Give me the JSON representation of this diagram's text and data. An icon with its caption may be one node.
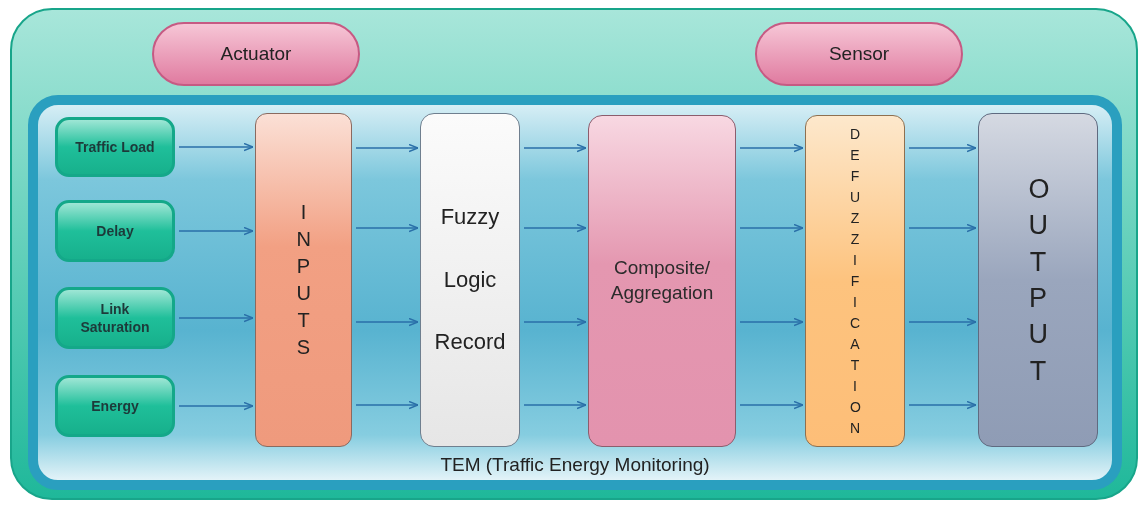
{
  "diagram": {
    "nodes": [
      {
        "text": [
          "Actuator"
        ]
      },
      {
        "text": [
          "Sensor"
        ]
      },
      {
        "text": [
          "TEM (Traffic Energy Monitoring)"
        ]
      },
      {
        "text": [
          "Traffic Load"
        ],
        "in": 2
      },
      {
        "text": [
          "Delay"
        ],
        "in": 2
      },
      {
        "text": [
          "Link Saturation"
        ],
        "in": 2
      },
      {
        "text": [
          "Energy"
        ],
        "in": 2
      },
      {
        "text": [
          "INPUTS"
        ],
        "in": 2
      },
      {
        "text": [
          "Fuzzy Logic Record"
        ],
        "in": 2
      },
      {
        "text": [
          "Composite/ Aggregation"
        ],
        "in": 2
      },
      {
        "text": [
          "DEFUZZIFICATION"
        ],
        "in": 2
      },
      {
        "text": [
          "OUTPUT"
        ],
        "in": 2
      }
    ],
    "edges": [
      {
        "from": 3,
        "to": 7,
        "arrow": "to"
      },
      {
        "from": 4,
        "to": 7,
        "arrow": "to"
      },
      {
        "from": 5,
        "to": 7,
        "arrow": "to"
      },
      {
        "from": 6,
        "to": 7,
        "arrow": "to"
      },
      {
        "from": 7,
        "to": 8,
        "arrow": "to"
      },
      {
        "from": 7,
        "to": 8,
        "arrow": "to"
      },
      {
        "from": 7,
        "to": 8,
        "arrow": "to"
      },
      {
        "from": 7,
        "to": 8,
        "arrow": "to"
      },
      {
        "from": 8,
        "to": 9,
        "arrow": "to"
      },
      {
        "from": 8,
        "to": 9,
        "arrow": "to"
      },
      {
        "from": 8,
        "to": 9,
        "arrow": "to"
      },
      {
        "from": 8,
        "to": 9,
        "arrow": "to"
      },
      {
        "from": 9,
        "to": 10,
        "arrow": "to"
      },
      {
        "from": 9,
        "to": 10,
        "arrow": "to"
      },
      {
        "from": 9,
        "to": 10,
        "arrow": "to"
      },
      {
        "from": 9,
        "to": 10,
        "arrow": "to"
      },
      {
        "from": 10,
        "to": 11,
        "arrow": "to"
      },
      {
        "from": 10,
        "to": 11,
        "arrow": "to"
      },
      {
        "from": 10,
        "to": 11,
        "arrow": "to"
      },
      {
        "from": 10,
        "to": 11,
        "arrow": "to"
      }
    ]
  }
}
